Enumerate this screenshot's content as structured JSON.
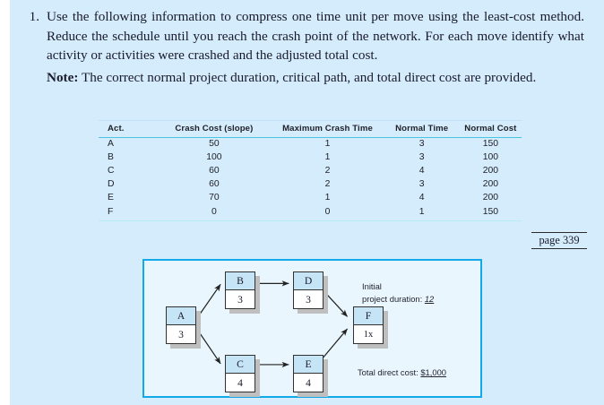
{
  "page": {
    "background_color": "#d4ecfb",
    "marker_label": "page 339"
  },
  "question": {
    "number": "1.",
    "paragraph1": "Use the following information to compress one time unit per move using the least-cost method. Reduce the schedule until you reach the crash point of the network. For each move identify what activity or activities were crashed and the adjusted total cost.",
    "note_label": "Note:",
    "note_text": " The correct normal project duration, critical path, and total direct cost are provided."
  },
  "table": {
    "headers": [
      "Act.",
      "Crash Cost (slope)",
      "Maximum Crash Time",
      "Normal Time",
      "Normal Cost"
    ],
    "rows": [
      {
        "act": "A",
        "crash_cost": "50",
        "max_crash_time": "1",
        "normal_time": "3",
        "normal_cost": "150"
      },
      {
        "act": "B",
        "crash_cost": "100",
        "max_crash_time": "1",
        "normal_time": "3",
        "normal_cost": "100"
      },
      {
        "act": "C",
        "crash_cost": "60",
        "max_crash_time": "2",
        "normal_time": "4",
        "normal_cost": "200"
      },
      {
        "act": "D",
        "crash_cost": "60",
        "max_crash_time": "2",
        "normal_time": "3",
        "normal_cost": "200"
      },
      {
        "act": "E",
        "crash_cost": "70",
        "max_crash_time": "1",
        "normal_time": "4",
        "normal_cost": "200"
      },
      {
        "act": "F",
        "crash_cost": "0",
        "max_crash_time": "0",
        "normal_time": "1",
        "normal_cost": "150"
      }
    ]
  },
  "diagram": {
    "border_color": "#12a9e8",
    "background_color": "#e9f6fd",
    "node_header_color": "#c5e4f5",
    "nodes": [
      {
        "id": "A",
        "label": "A",
        "duration": "3"
      },
      {
        "id": "B",
        "label": "B",
        "duration": "3"
      },
      {
        "id": "C",
        "label": "C",
        "duration": "4"
      },
      {
        "id": "D",
        "label": "D",
        "duration": "3"
      },
      {
        "id": "E",
        "label": "E",
        "duration": "4"
      },
      {
        "id": "F",
        "label": "F",
        "duration": "1x"
      }
    ],
    "edges": [
      {
        "from": "A",
        "to": "B"
      },
      {
        "from": "A",
        "to": "C"
      },
      {
        "from": "B",
        "to": "D"
      },
      {
        "from": "C",
        "to": "E"
      },
      {
        "from": "D",
        "to": "F"
      },
      {
        "from": "E",
        "to": "F"
      }
    ],
    "annotations": {
      "duration_line1": "Initial",
      "duration_line2": "project duration:",
      "duration_value": "12",
      "cost_label": "Total direct cost:",
      "cost_value": "$1,000"
    }
  }
}
